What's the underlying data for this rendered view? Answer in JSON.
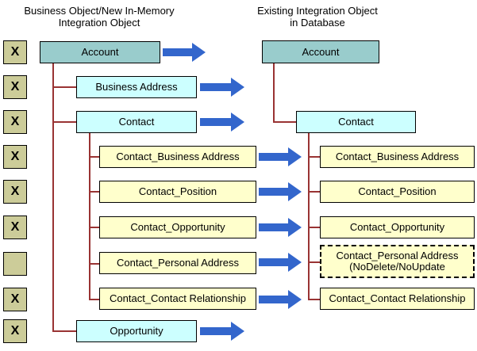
{
  "headers": {
    "left": "Business Object/New In-Memory\nIntegration Object",
    "right": "Existing Integration Object\nin Database"
  },
  "rows": [
    {
      "x": "X",
      "left": "Account",
      "right": "Account"
    },
    {
      "x": "X",
      "left": "Business Address",
      "right": ""
    },
    {
      "x": "X",
      "left": "Contact",
      "right": "Contact"
    },
    {
      "x": "X",
      "left": "Contact_Business Address",
      "right": "Contact_Business Address"
    },
    {
      "x": "X",
      "left": "Contact_Position",
      "right": "Contact_Position"
    },
    {
      "x": "X",
      "left": "Contact_Opportunity",
      "right": "Contact_Opportunity"
    },
    {
      "x": "",
      "left": "Contact_Personal Address",
      "right": "Contact_Personal Address\n(NoDelete/NoUpdate"
    },
    {
      "x": "X",
      "left": "Contact_Contact Relationship",
      "right": "Contact_Contact Relationship"
    },
    {
      "x": "X",
      "left": "Opportunity",
      "right": ""
    }
  ],
  "colors": {
    "parent_fill": "#99CCCC",
    "component_fill": "#CCFFFF",
    "child_fill": "#FFFFCC",
    "marker_fill": "#CCCC99",
    "arrow": "#3366CC",
    "connector": "#993333"
  }
}
